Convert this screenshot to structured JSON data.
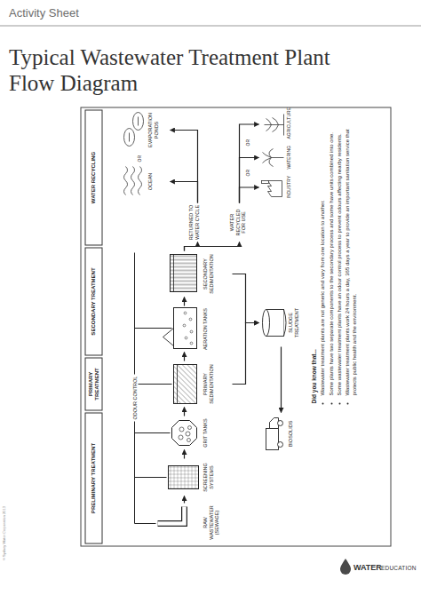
{
  "diagram": {
    "title": "Typical Wastewater Treatment Plant Flow Diagram",
    "nodes": [
      {
        "text": [
          "PRELIMINARY TREATMENT"
        ]
      },
      {
        "text": [
          "PRIMARY TREATMENT"
        ]
      },
      {
        "text": [
          "SECONDARY TREATMENT"
        ]
      },
      {
        "text": [
          "WATER RECYCLING"
        ]
      },
      {
        "text": [
          "RAW WASTEWATER (SEWAGE)"
        ]
      },
      {
        "text": [
          "SCREENING SYSTEMS"
        ]
      },
      {
        "text": [
          "GRIT TANKS"
        ]
      },
      {
        "text": [
          "PRIMARY SEDIMENTATION"
        ]
      },
      {
        "text": [
          "AERATION TANKS"
        ]
      },
      {
        "text": [
          "SECONDARY SEDIMENTATION"
        ]
      },
      {
        "text": [
          "RETURNED TO WATER CYCLE"
        ]
      },
      {
        "text": [
          "WATER RECYCLED FOR USE"
        ]
      },
      {
        "text": [
          "OCEAN"
        ]
      },
      {
        "text": [
          "EVAPORATION PONDS"
        ]
      },
      {
        "text": [
          "INDUSTRY"
        ]
      },
      {
        "text": [
          "WATERING"
        ]
      },
      {
        "text": [
          "AGRICULTURE"
        ]
      },
      {
        "text": [
          "SLUDGE TREATMENT"
        ]
      },
      {
        "text": [
          "BIOSOLIDS"
        ]
      }
    ],
    "edges": [
      {
        "from": 4,
        "to": 5,
        "arrow": "to"
      },
      {
        "from": 5,
        "to": 6,
        "arrow": "to"
      },
      {
        "from": 6,
        "to": 7,
        "arrow": "to"
      },
      {
        "from": 7,
        "to": 8,
        "arrow": "to"
      },
      {
        "from": 8,
        "to": 9,
        "arrow": "to"
      },
      {
        "from": 9,
        "to": 10,
        "arrow": "to"
      },
      {
        "from": 9,
        "to": 11,
        "arrow": "to"
      },
      {
        "from": 10,
        "to": 12,
        "arrow": "to"
      },
      {
        "from": 10,
        "to": 13,
        "arrow": "to"
      },
      {
        "from": 11,
        "to": 14,
        "arrow": "to"
      },
      {
        "from": 11,
        "to": 15,
        "arrow": "to"
      },
      {
        "from": 11,
        "to": 16,
        "arrow": "to"
      },
      {
        "from": 7,
        "to": 17,
        "arrow": "to"
      },
      {
        "from": 9,
        "to": 17,
        "arrow": "to"
      },
      {
        "from": 17,
        "to": 18,
        "arrow": "to"
      }
    ],
    "labels": [
      "Activity Sheet",
      "OR",
      "OR",
      "OR",
      "ODOUR CONTROL",
      "Did you know that...",
      "Wastewater treatment plants are not generic and vary from one location to another.",
      "Some plants have two separate components to the secondary process and some have units combined into one.",
      "Some wastewater treatment plants have an odour control process to prevent odours affecting nearby residents.",
      "Wastewater treatment plants work 24 hours a day, 365 days a year to provide an important sanitation service that protects public health and the environment.",
      "© Sydney Water Corporation 2013",
      "WATER",
      "EDUCATION"
    ]
  }
}
